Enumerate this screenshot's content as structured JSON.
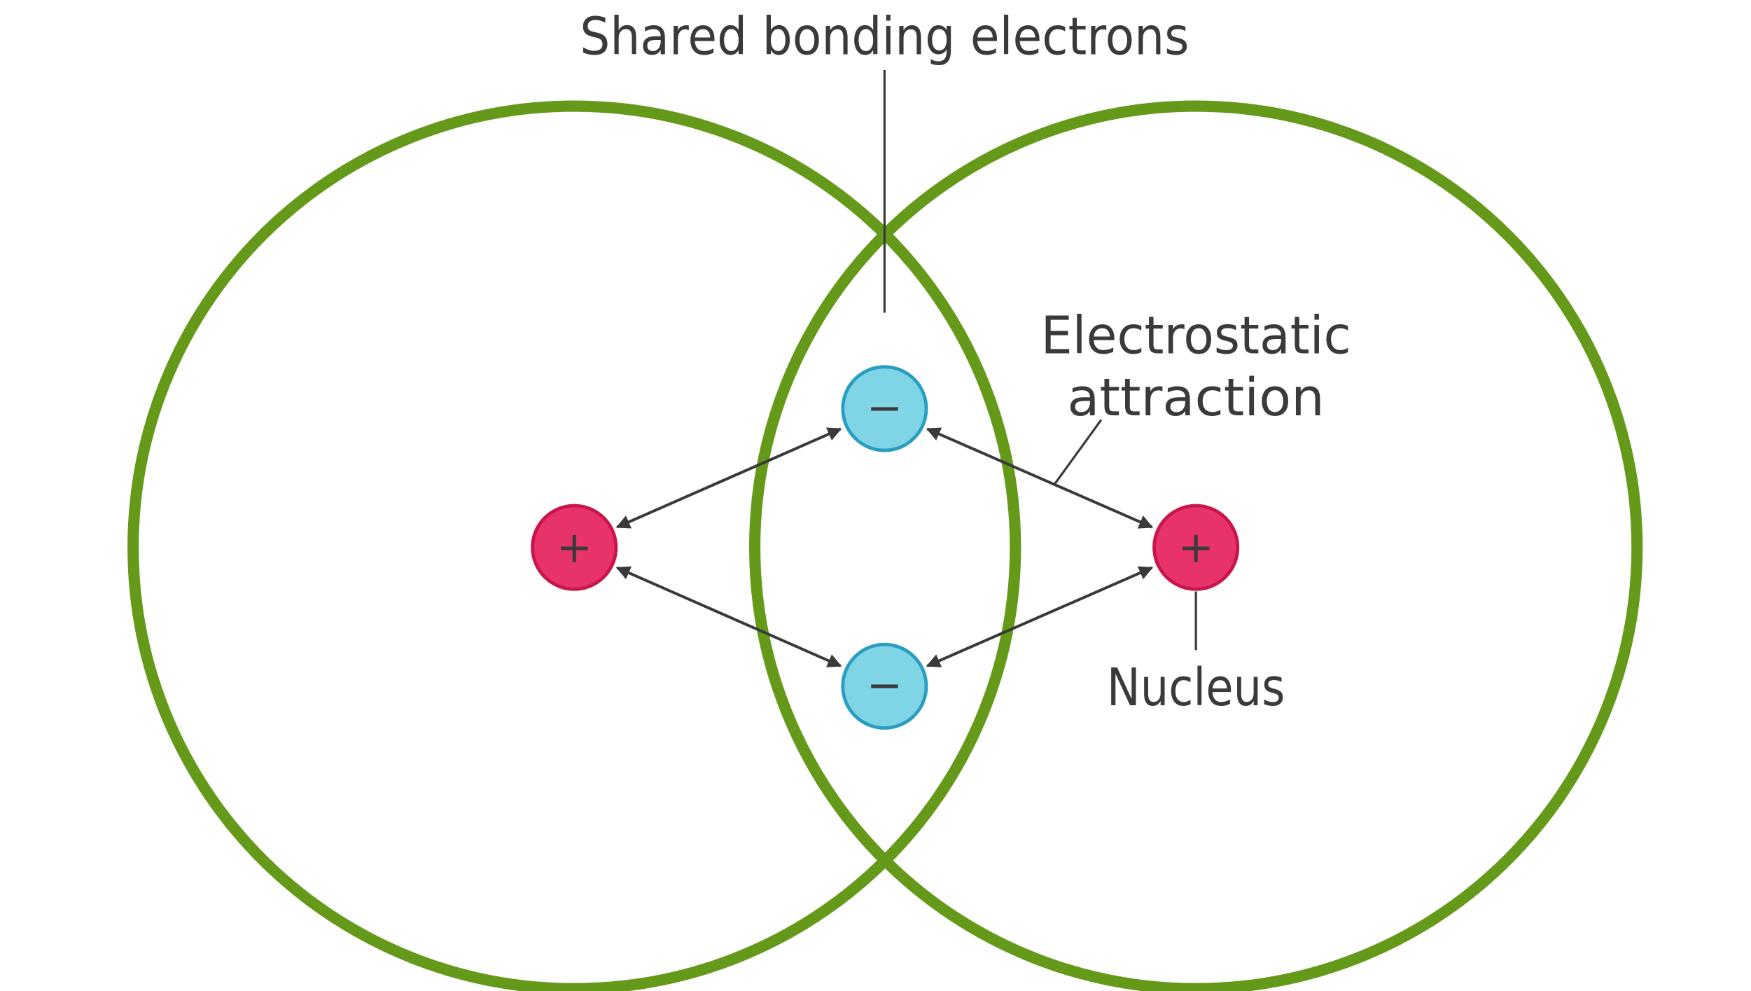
{
  "labels": {
    "shared_bonding_electrons": "Shared bonding electrons",
    "electrostatic_line1": "Electrostatic",
    "electrostatic_line2": "attraction",
    "nucleus": "Nucleus"
  },
  "symbols": {
    "nucleus_charge": "+",
    "electron_charge": "−"
  },
  "colors": {
    "shell": "#65991a",
    "nucleus_fill": "#e8336a",
    "nucleus_stroke": "#c8154a",
    "electron_fill": "#7fd4e6",
    "electron_stroke": "#2a9ec0",
    "ink": "#3a3a3c"
  }
}
